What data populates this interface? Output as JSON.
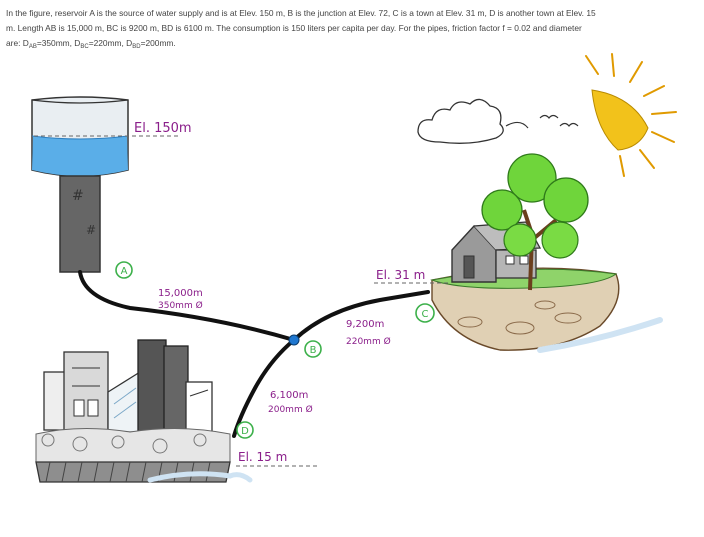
{
  "problem": {
    "line1": "In the figure, reservoir A is the source of water supply and is at Elev. 150 m, B is the junction at Elev. 72, C is a town at Elev. 31 m, D is another town at Elev. 15",
    "line2": "m. Length AB is 15,000 m, BC is 9200 m, BD is 6100 m. The consumption is 150 liters per capita per day. For the pipes, friction factor f = 0.02 and diameter",
    "line3": {
      "prefix": "are: D",
      "sub_ab": "AB",
      "val_ab": "=350mm, D",
      "sub_bc": "BC",
      "val_bc": "=220mm, D",
      "sub_bd": "BD",
      "val_bd": "=200mm."
    }
  },
  "diagram": {
    "node_a": "A",
    "node_b": "B",
    "node_c": "C",
    "node_d": "D",
    "elev_a": "El. 150m",
    "elev_c": "El. 31 m",
    "elev_d": "El. 15 m",
    "pipe_ab_length": "15,000m",
    "pipe_ab_diameter": "350mm Ø",
    "pipe_bc_length": "9,200m",
    "pipe_bc_diameter": "220mm Ø",
    "pipe_bd_length": "6,100m",
    "pipe_bd_diameter": "200mm Ø",
    "tower_marks": "#",
    "colors": {
      "label": "#8a1e8a",
      "node_circle": "#3cb04a",
      "pipe": "#111111",
      "water": "#5aaee8",
      "tower": "#666666",
      "sun": "#f2c21b",
      "tree": "#6fd53b",
      "junction": "#1f77d0"
    }
  }
}
